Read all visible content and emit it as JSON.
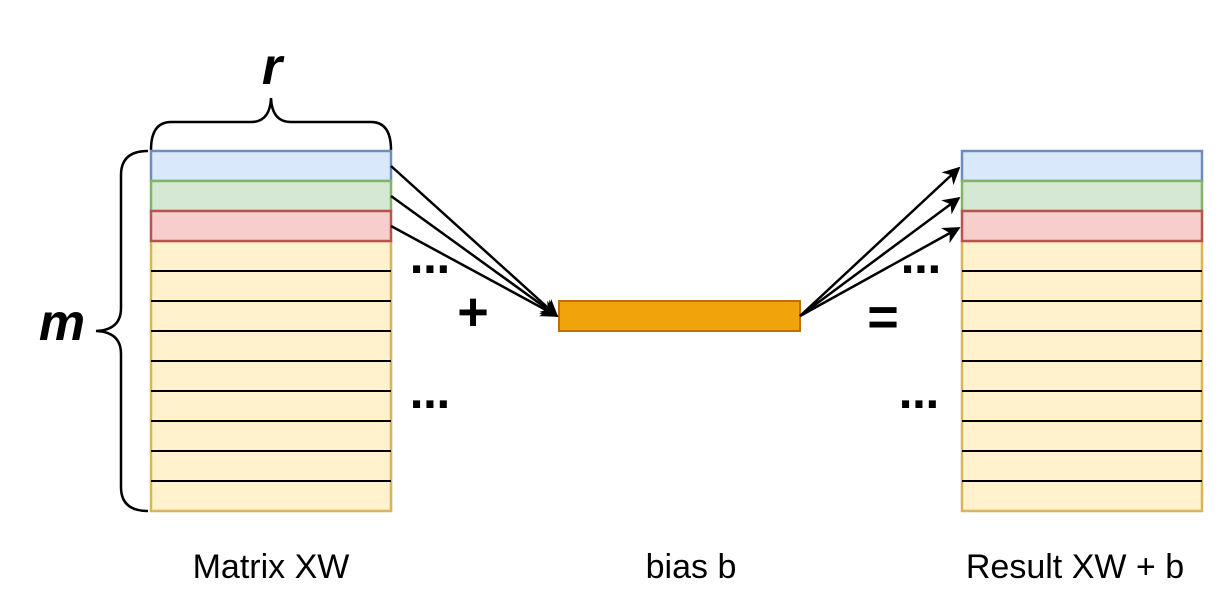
{
  "labels": {
    "width_symbol": "r",
    "height_symbol": "m",
    "plus": "+",
    "equals": "=",
    "ellipsis": "⋯",
    "matrix_caption": "Matrix XW",
    "bias_caption": "bias b",
    "result_caption": "Result XW + b"
  },
  "colors": {
    "row_blue_fill": "#dae8fc",
    "row_blue_stroke": "#6c8ebf",
    "row_green_fill": "#d5e8d4",
    "row_green_stroke": "#82b366",
    "row_red_fill": "#f8cecc",
    "row_red_stroke": "#b85450",
    "row_plain_fill": "#fff2cc",
    "row_plain_stroke": "#d6b656",
    "bias_fill": "#f0a30a",
    "bias_stroke": "#bd7000"
  }
}
